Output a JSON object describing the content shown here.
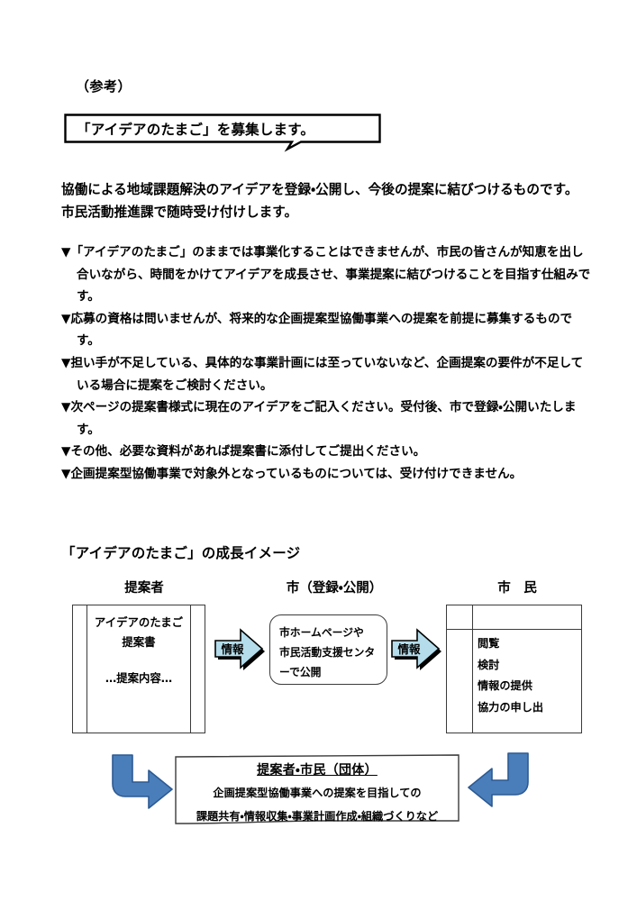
{
  "document": {
    "reference_label": "（参考）",
    "callout_title": "「アイデアのたまご」を募集します。",
    "lead_paragraph": "協働による地域課題解決のアイデアを登録・公開し、今後の提案に結びつけるものです。市民活動推進課で随時受け付けします。",
    "bullet_marker": "▼",
    "bullets": [
      "「アイデアのたまご」のままでは事業化することはできませんが、市民の皆さんが知恵を出し合いながら、時間をかけてアイデアを成長させ、事業提案に結びつけることを目指す仕組みです。",
      "応募の資格は問いませんが、将来的な企画提案型協働事業への提案を前提に募集するものです。",
      "担い手が不足している、具体的な事業計画には至っていないなど、企画提案の要件が不足している場合に提案をご検討ください。",
      "次ページの提案書様式に現在のアイデアをご記入ください。受付後、市で登録・公開いたします。",
      "その他、必要な資料があれば提案書に添付してご提出ください。",
      "企画提案型協働事業で対象外となっているものについては、受け付けできません。"
    ]
  },
  "diagram": {
    "title": "「アイデアのたまご」の成長イメージ",
    "columns": [
      {
        "id": "proposer",
        "heading": "提案者"
      },
      {
        "id": "city",
        "heading": "市（登録・公開）"
      },
      {
        "id": "citizens",
        "heading": "市　民"
      }
    ],
    "proposal_doc": {
      "line1": "アイデアのたまご",
      "line2": "提案書",
      "line3": "…提案内容…"
    },
    "city_box": {
      "line1": "市ホームページや",
      "line2": "市民活動支援センタ",
      "line3": "ーで公開"
    },
    "citizen_actions": [
      "閲覧",
      "検討",
      "情報の提供",
      "協力の申し出"
    ],
    "flow_arrows": [
      {
        "id": "arrow-proposer-to-city",
        "label": "情報"
      },
      {
        "id": "arrow-city-to-citizens",
        "label": "情報"
      }
    ],
    "bottom_box": {
      "title": "提案者・市民（団体）",
      "line1": "企画提案型協働事業への提案を目指しての",
      "line2": "課題共有・情報収集・事業計画作成・組織づくりなど"
    },
    "return_arrows": [
      {
        "id": "return-arrow-left"
      },
      {
        "id": "return-arrow-right"
      }
    ]
  },
  "colors": {
    "page_background": "#ffffff",
    "text": "#000000",
    "line": "#3b3b3b",
    "info_arrow_fill": "#b4dcea",
    "info_arrow_stroke": "#000000",
    "return_arrow_fill": "#4a7ebb",
    "return_arrow_stroke": "#2c5a92"
  }
}
